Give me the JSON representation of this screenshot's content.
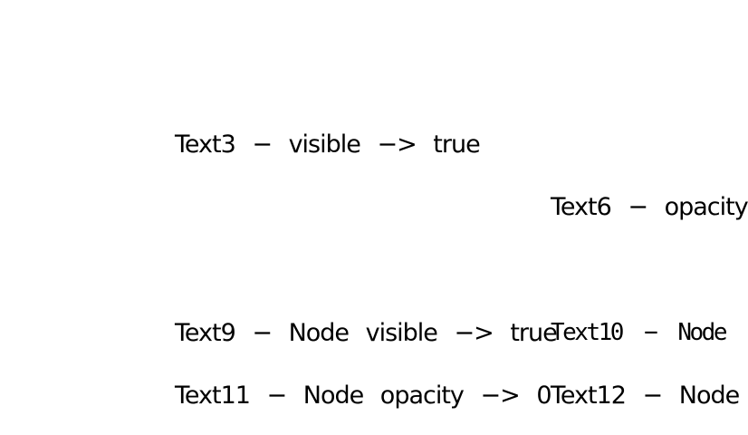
{
  "canvas": {
    "background_color": "#ffffff",
    "text_color": "#000000"
  },
  "texts": {
    "text3": "Text3 − visible −> true",
    "text6": "Text6 − opacity",
    "text9": "Text9 − Node visible −> true",
    "text10": "Text10 − Node",
    "text11": "Text11 − Node opacity −> 0",
    "text12": "Text12 − Node"
  }
}
